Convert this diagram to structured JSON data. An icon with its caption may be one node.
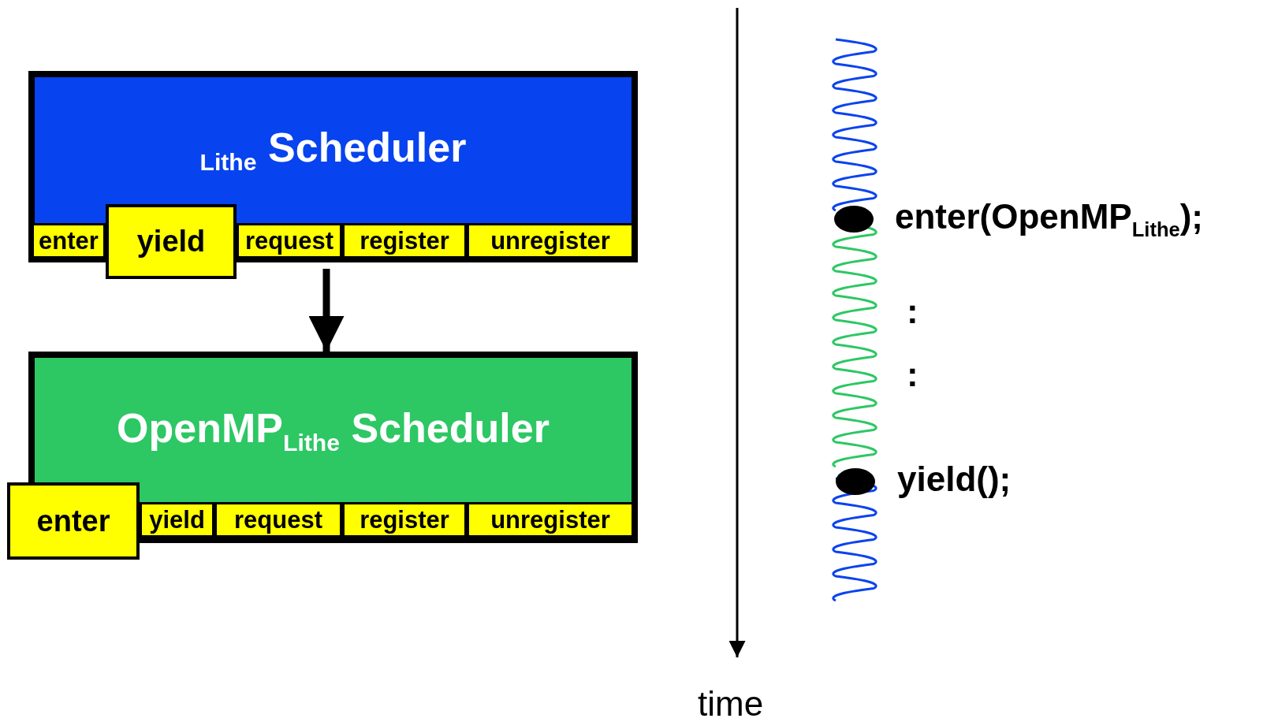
{
  "diagram": {
    "nodes": [
      {
        "text": [
          "$_{Lithe}$ Scheduler"
        ]
      },
      {
        "text": [
          "enter"
        ],
        "in": 0
      },
      {
        "text": [
          "yield"
        ]
      },
      {
        "text": [
          "request"
        ],
        "in": 0
      },
      {
        "text": [
          "register"
        ],
        "in": 0
      },
      {
        "text": [
          "unregister"
        ],
        "in": 0
      },
      {
        "text": [
          "OpenMP$_{Lithe}$ Scheduler"
        ]
      },
      {
        "text": [
          "enter"
        ]
      },
      {
        "text": [
          "yield"
        ],
        "in": 6
      },
      {
        "text": [
          "request"
        ],
        "in": 6
      },
      {
        "text": [
          "register"
        ],
        "in": 6
      },
      {
        "text": [
          "unregister"
        ],
        "in": 6
      }
    ],
    "edges": [
      {
        "from": 0,
        "to": 6,
        "arrow": "to"
      }
    ],
    "labels": [
      "enter(OpenMP$_{Lithe}$);",
      ":",
      ":",
      "yield();",
      "time"
    ]
  }
}
